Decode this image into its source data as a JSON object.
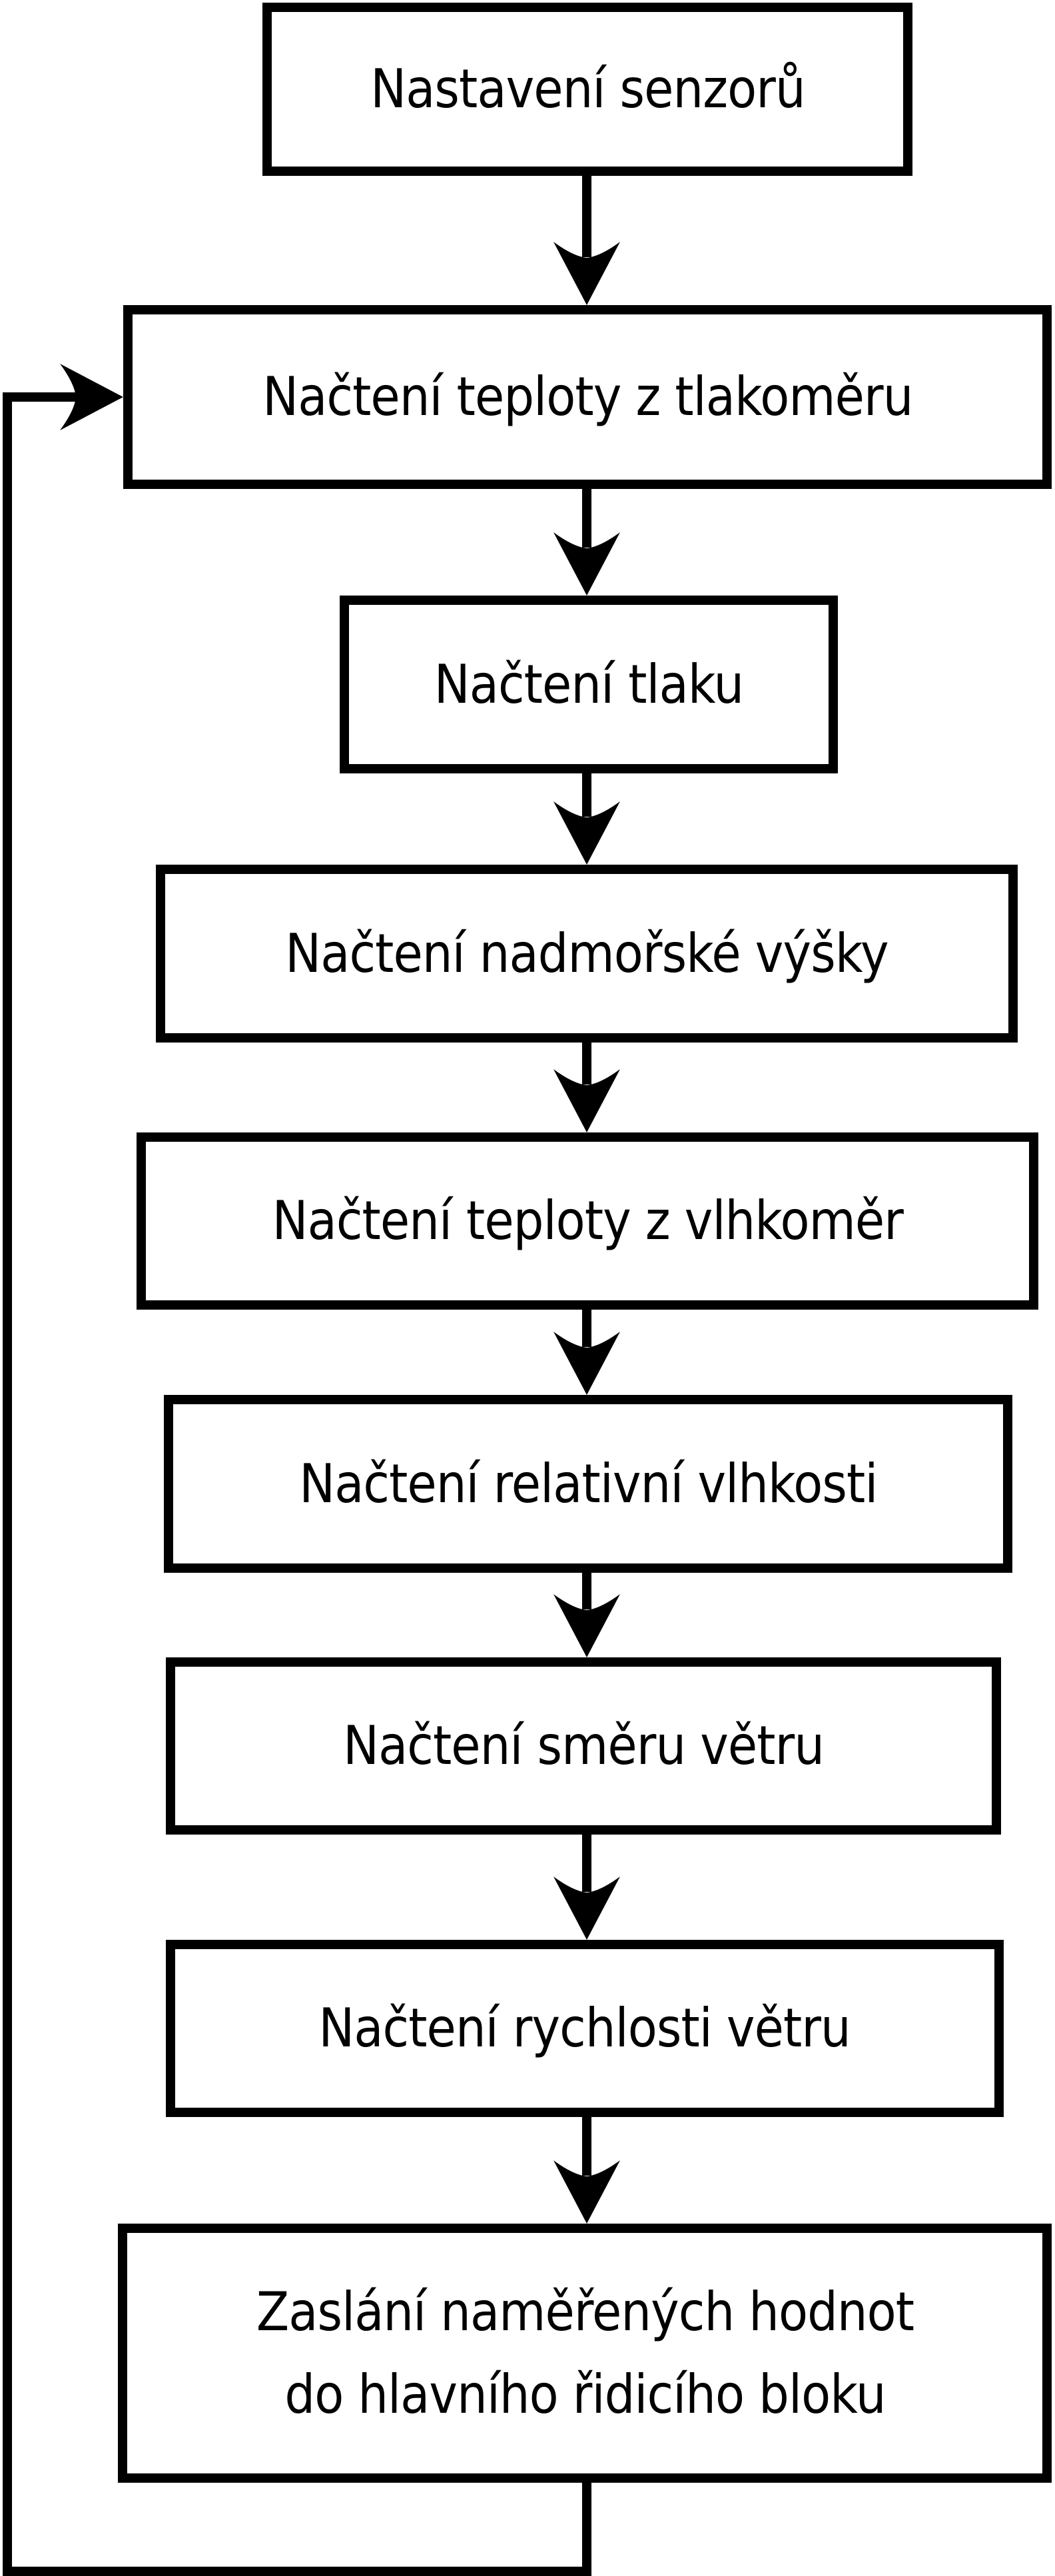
{
  "flowchart": {
    "title": "Sensor reading loop flowchart",
    "colors": {
      "background": "#ffffff",
      "line": "#000000",
      "box_fill": "#ffffff",
      "text": "#000000"
    },
    "nodes": [
      {
        "id": "nastaveni-senzoru",
        "label": "Nastavení senzorů"
      },
      {
        "id": "nacteni-teploty-tlakomer",
        "label": "Načtení teploty z tlakoměru"
      },
      {
        "id": "nacteni-tlaku",
        "label": "Načtení tlaku"
      },
      {
        "id": "nacteni-nadmorske-vysky",
        "label": "Načtení nadmořské výšky"
      },
      {
        "id": "nacteni-teploty-vlhkomer",
        "label": "Načtení teploty z vlhkoměr"
      },
      {
        "id": "nacteni-relativni-vlhkosti",
        "label": "Načtení relativní vlhkosti"
      },
      {
        "id": "nacteni-smeru-vetru",
        "label": "Načtení směru větru"
      },
      {
        "id": "nacteni-rychlosti-vetru",
        "label": "Načtení rychlosti větru"
      },
      {
        "id": "zaslani-hodnot",
        "label": "Zaslání naměřených hodnot\ndo hlavního řidicího bloku"
      }
    ],
    "edges": [
      {
        "from": "nastaveni-senzoru",
        "to": "nacteni-teploty-tlakomer",
        "type": "straight"
      },
      {
        "from": "nacteni-teploty-tlakomer",
        "to": "nacteni-tlaku",
        "type": "straight"
      },
      {
        "from": "nacteni-tlaku",
        "to": "nacteni-nadmorske-vysky",
        "type": "straight"
      },
      {
        "from": "nacteni-nadmorske-vysky",
        "to": "nacteni-teploty-vlhkomer",
        "type": "straight"
      },
      {
        "from": "nacteni-teploty-vlhkomer",
        "to": "nacteni-relativni-vlhkosti",
        "type": "straight"
      },
      {
        "from": "nacteni-relativni-vlhkosti",
        "to": "nacteni-smeru-vetru",
        "type": "straight"
      },
      {
        "from": "nacteni-smeru-vetru",
        "to": "nacteni-rychlosti-vetru",
        "type": "straight"
      },
      {
        "from": "nacteni-rychlosti-vetru",
        "to": "zaslani-hodnot",
        "type": "straight"
      },
      {
        "from": "zaslani-hodnot",
        "to": "nacteni-teploty-tlakomer",
        "type": "loop-back-left"
      }
    ]
  }
}
